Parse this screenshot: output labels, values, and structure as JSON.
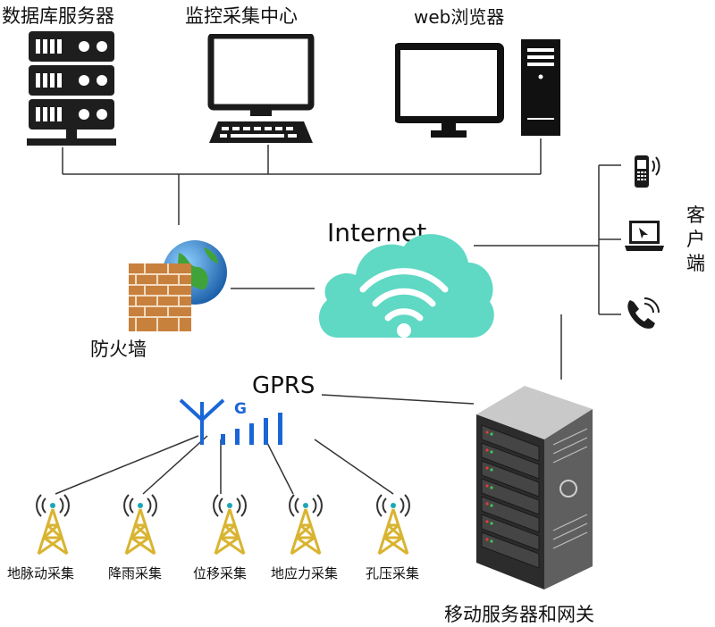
{
  "top": {
    "database_server": "数据库服务器",
    "monitor_center": "监控采集中心",
    "web_browser": "web浏览器"
  },
  "network": {
    "internet": "Internet",
    "firewall": "防火墙",
    "gprs": "GPRS",
    "gprs_badge": "G"
  },
  "clients": {
    "label": "客户端",
    "chars": [
      "客",
      "户",
      "端"
    ]
  },
  "gateway": "移动服务器和网关",
  "sensors": [
    "地脉动采集",
    "降雨采集",
    "位移采集",
    "地应力采集",
    "孔压采集"
  ],
  "colors": {
    "cloud": "#5fd8c4",
    "gprs_blue": "#1a66d6",
    "tower": "#d9b431",
    "device": "#111111"
  }
}
